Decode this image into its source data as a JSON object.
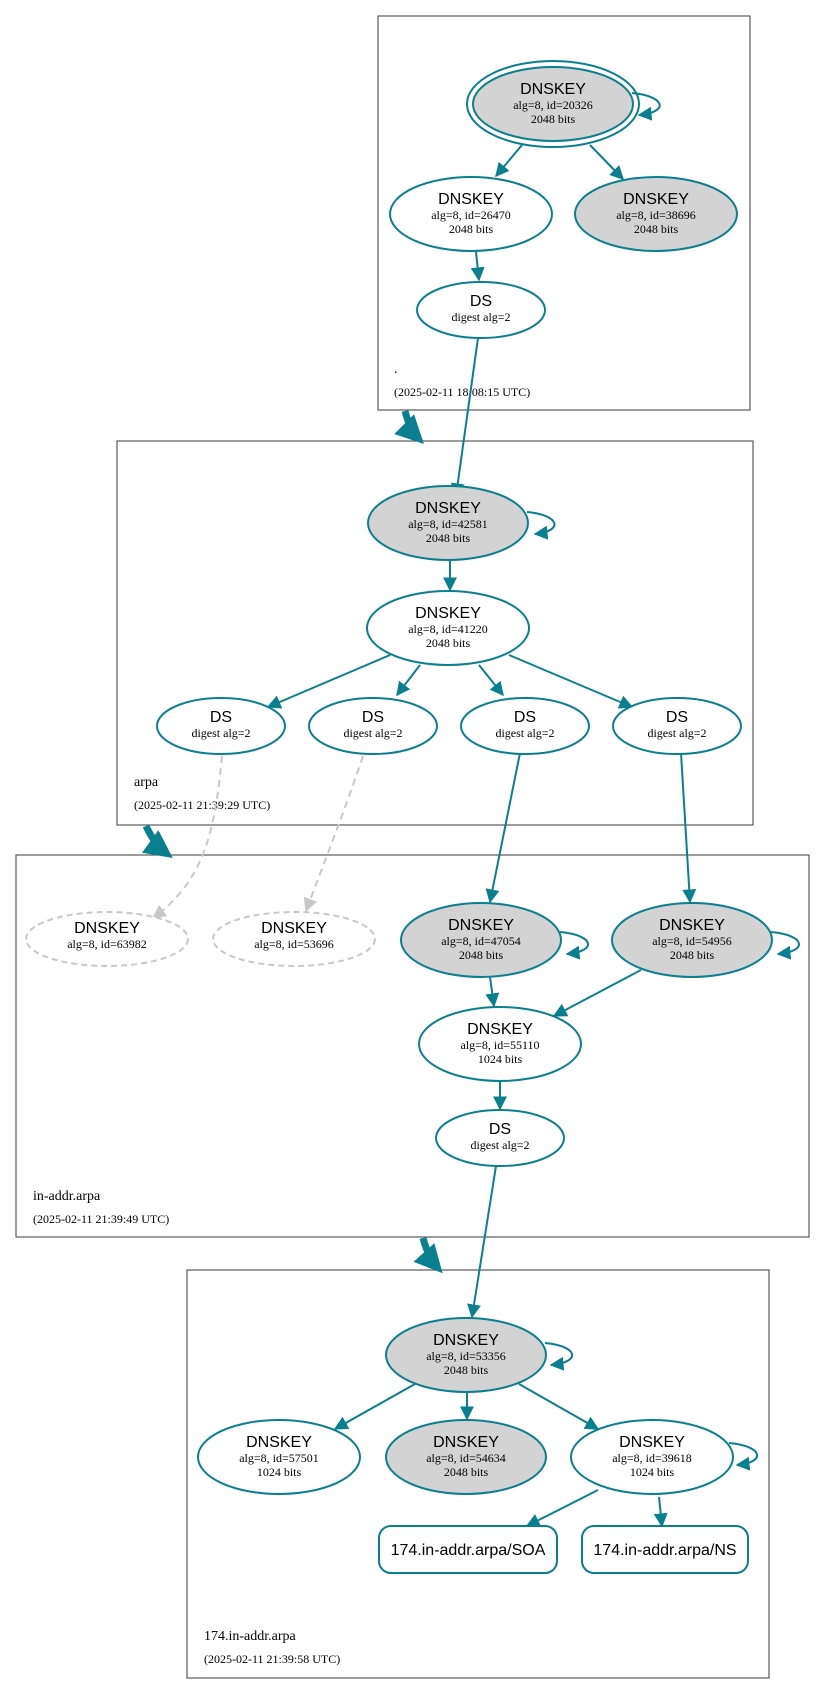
{
  "zones": {
    "root": {
      "name": ".",
      "timestamp": "(2025-02-11 18:08:15 UTC)"
    },
    "arpa": {
      "name": "arpa",
      "timestamp": "(2025-02-11 21:39:29 UTC)"
    },
    "in_addr_arpa": {
      "name": "in-addr.arpa",
      "timestamp": "(2025-02-11 21:39:49 UTC)"
    },
    "z174": {
      "name": "174.in-addr.arpa",
      "timestamp": "(2025-02-11 21:39:58 UTC)"
    }
  },
  "nodes": {
    "root_ksk_20326": {
      "type": "DNSKEY",
      "line1": "alg=8, id=20326",
      "line2": "2048 bits"
    },
    "root_zsk_26470": {
      "type": "DNSKEY",
      "line1": "alg=8, id=26470",
      "line2": "2048 bits"
    },
    "root_key_38696": {
      "type": "DNSKEY",
      "line1": "alg=8, id=38696",
      "line2": "2048 bits"
    },
    "root_ds": {
      "type": "DS",
      "line1": "digest alg=2"
    },
    "arpa_ksk_42581": {
      "type": "DNSKEY",
      "line1": "alg=8, id=42581",
      "line2": "2048 bits"
    },
    "arpa_zsk_41220": {
      "type": "DNSKEY",
      "line1": "alg=8, id=41220",
      "line2": "2048 bits"
    },
    "arpa_ds_1": {
      "type": "DS",
      "line1": "digest alg=2"
    },
    "arpa_ds_2": {
      "type": "DS",
      "line1": "digest alg=2"
    },
    "arpa_ds_3": {
      "type": "DS",
      "line1": "digest alg=2"
    },
    "arpa_ds_4": {
      "type": "DS",
      "line1": "digest alg=2"
    },
    "inaddr_missing_63982": {
      "type": "DNSKEY",
      "line1": "alg=8, id=63982"
    },
    "inaddr_missing_53696": {
      "type": "DNSKEY",
      "line1": "alg=8, id=53696"
    },
    "inaddr_ksk_47054": {
      "type": "DNSKEY",
      "line1": "alg=8, id=47054",
      "line2": "2048 bits"
    },
    "inaddr_ksk_54956": {
      "type": "DNSKEY",
      "line1": "alg=8, id=54956",
      "line2": "2048 bits"
    },
    "inaddr_zsk_55110": {
      "type": "DNSKEY",
      "line1": "alg=8, id=55110",
      "line2": "1024 bits"
    },
    "inaddr_ds": {
      "type": "DS",
      "line1": "digest alg=2"
    },
    "z174_ksk_53356": {
      "type": "DNSKEY",
      "line1": "alg=8, id=53356",
      "line2": "2048 bits"
    },
    "z174_key_57501": {
      "type": "DNSKEY",
      "line1": "alg=8, id=57501",
      "line2": "1024 bits"
    },
    "z174_key_54634": {
      "type": "DNSKEY",
      "line1": "alg=8, id=54634",
      "line2": "2048 bits"
    },
    "z174_zsk_39618": {
      "type": "DNSKEY",
      "line1": "alg=8, id=39618",
      "line2": "1024 bits"
    },
    "z174_soa": {
      "label": "174.in-addr.arpa/SOA"
    },
    "z174_ns": {
      "label": "174.in-addr.arpa/NS"
    }
  },
  "colors": {
    "accent": "#0a7f8f",
    "ksk_fill": "#d3d3d3",
    "missing": "#c8c8c8",
    "zone_border": "#5a5a5a"
  }
}
